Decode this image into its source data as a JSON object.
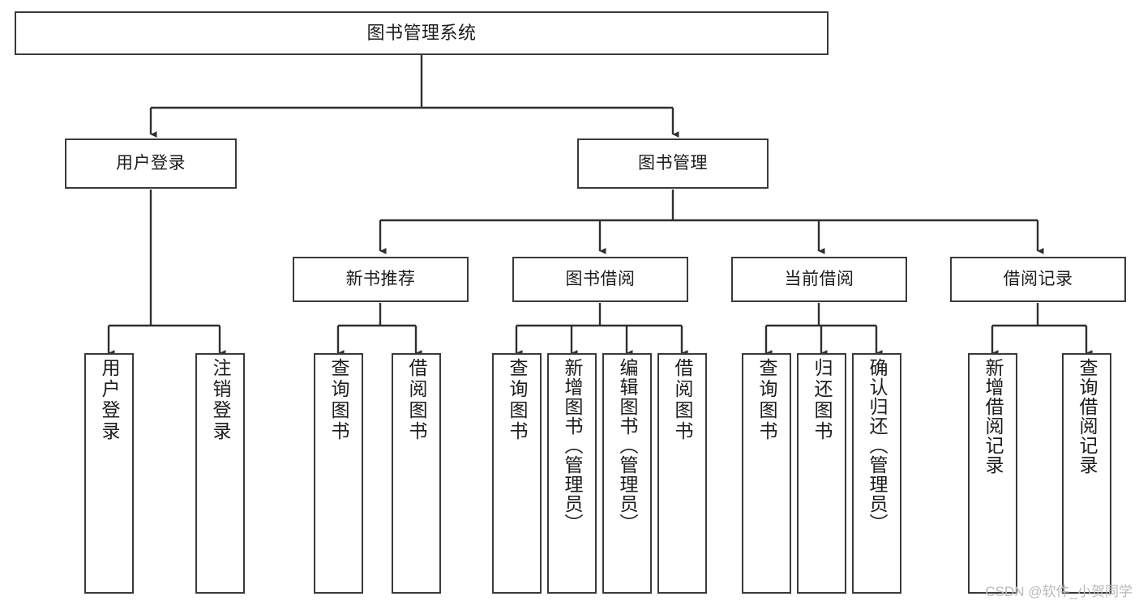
{
  "diagram": {
    "title": "图书管理系统",
    "type": "tree-hierarchy-diagram",
    "colors": {
      "box_border": "#3a3a3a",
      "box_fill": "#ffffff",
      "edge": "#2f2f2f",
      "text": "#1c1c1c",
      "watermark": "#b9b9b9"
    },
    "watermark": "CSDN @软件_小贺同学",
    "nodes": {
      "root": {
        "label": "图书管理系统"
      },
      "level2": [
        {
          "label": "用户登录"
        },
        {
          "label": "图书管理"
        }
      ],
      "level3": [
        {
          "label": "新书推荐"
        },
        {
          "label": "图书借阅"
        },
        {
          "label": "当前借阅"
        },
        {
          "label": "借阅记录"
        }
      ],
      "leaves": {
        "user_login": [
          {
            "label": "用户登录"
          },
          {
            "label": "注销登录"
          }
        ],
        "new_book_recommend": [
          {
            "label": "查询图书"
          },
          {
            "label": "借阅图书"
          }
        ],
        "book_borrow": [
          {
            "label": "查询图书"
          },
          {
            "label": "新增图书（管理员）"
          },
          {
            "label": "编辑图书（管理员）"
          },
          {
            "label": "借阅图书"
          }
        ],
        "current_borrow": [
          {
            "label": "查询图书"
          },
          {
            "label": "归还图书"
          },
          {
            "label": "确认归还（管理员）"
          }
        ],
        "borrow_record": [
          {
            "label": "新增借阅记录"
          },
          {
            "label": "查询借阅记录"
          }
        ]
      }
    }
  }
}
